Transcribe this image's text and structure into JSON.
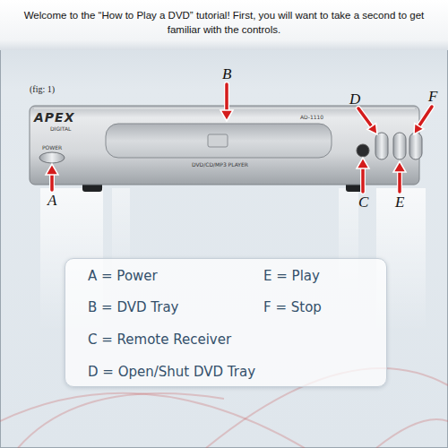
{
  "diagram": {
    "title": "Welcome to the “How to Play a DVD” tutorial! First, you will want to take a second to get familiar with the controls.",
    "nodes": [
      {
        "text": [
          "A = Power",
          "B = DVD Tray",
          "C = Remote Receiver",
          "D = Open/Shut DVD Tray",
          "E = Play",
          "F = Stop"
        ]
      }
    ],
    "labels": [
      "B",
      "(fig: 1)",
      "F",
      "D",
      "APEX",
      "DIGITAL",
      "AD-1110",
      "POWER",
      "DVD/CD/MP3 PLAYER",
      "A",
      "C",
      "E"
    ]
  }
}
